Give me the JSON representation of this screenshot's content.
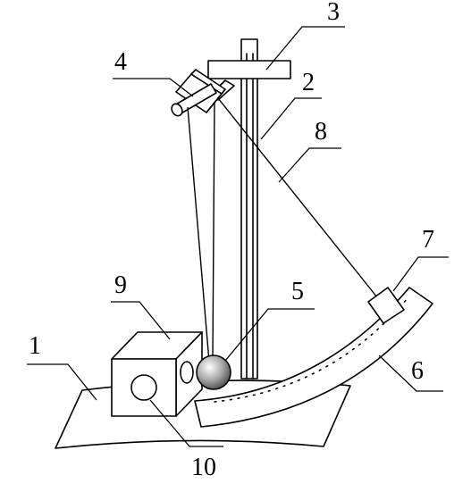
{
  "figure": {
    "callouts": [
      {
        "id": "1",
        "text": "1"
      },
      {
        "id": "2",
        "text": "2"
      },
      {
        "id": "3",
        "text": "3"
      },
      {
        "id": "4",
        "text": "4"
      },
      {
        "id": "5",
        "text": "5"
      },
      {
        "id": "6",
        "text": "6"
      },
      {
        "id": "7",
        "text": "7"
      },
      {
        "id": "8",
        "text": "8"
      },
      {
        "id": "9",
        "text": "9"
      },
      {
        "id": "10",
        "text": "10"
      }
    ],
    "colors": {
      "line": "#000000",
      "fill": "#ffffff",
      "shade_light": "#eeeeee",
      "shade_dark": "#cfcfcf",
      "ball_highlight": "#ffffff",
      "ball_shadow": "#4a4a4a"
    }
  }
}
